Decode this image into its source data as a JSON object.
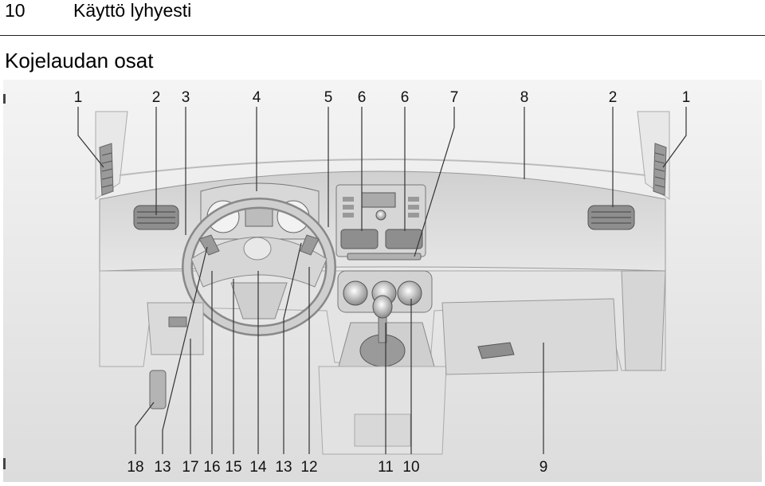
{
  "header": {
    "page_number": "10",
    "chapter": "Käyttö lyhyesti"
  },
  "section_title": "Kojelaudan osat",
  "figure": {
    "top_callouts": [
      "1",
      "2",
      "3",
      "4",
      "5",
      "6",
      "6",
      "7",
      "8",
      "2",
      "1"
    ],
    "bottom_callouts": [
      "18",
      "13",
      "17",
      "16",
      "15",
      "14",
      "13",
      "12",
      "11",
      "10",
      "9"
    ]
  }
}
